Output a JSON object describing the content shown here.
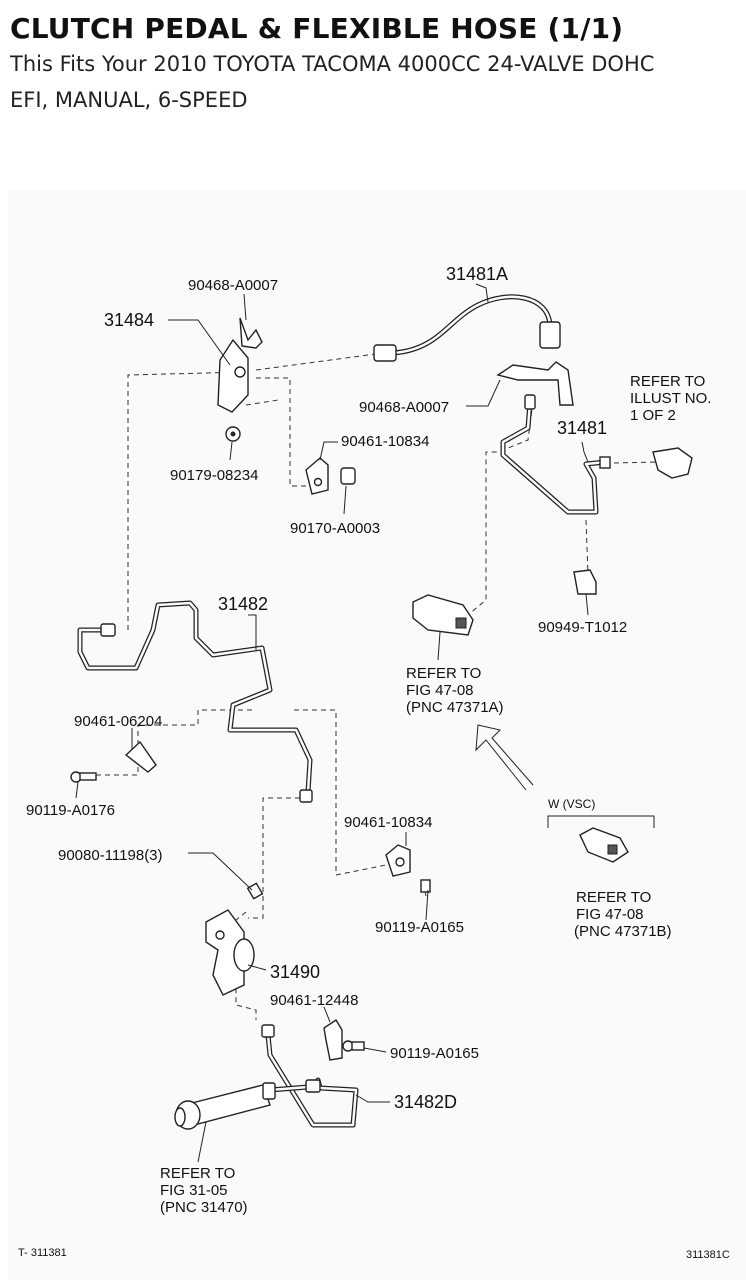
{
  "header": {
    "title": "CLUTCH PEDAL & FLEXIBLE HOSE (1/1)",
    "fit_line1": "This Fits Your 2010 TOYOTA TACOMA 4000CC 24-VALVE DOHC",
    "fit_line2": "EFI, MANUAL, 6-SPEED"
  },
  "labels": {
    "p31481A": "31481A",
    "p90468a": "90468-A0007",
    "p31484": "31484",
    "p90468b": "90468-A0007",
    "refer_illust_1": "REFER TO",
    "refer_illust_2": "ILLUST NO.",
    "refer_illust_3": "1 OF 2",
    "p31481": "31481",
    "p90461_10834a": "90461-10834",
    "p90179": "90179-08234",
    "p90170": "90170-A0003",
    "p31482": "31482",
    "p90949": "90949-T1012",
    "refer_47371a_1": "REFER TO",
    "refer_47371a_2": "FIG 47-08",
    "refer_47371a_3": "(PNC 47371A)",
    "p90461_06204": "90461-06204",
    "p90119_a0176": "90119-A0176",
    "w_vsc": "W (VSC)",
    "p90461_10834b": "90461-10834",
    "p90080": "90080-11198(3)",
    "refer_47371b_1": "REFER TO",
    "refer_47371b_2": "FIG 47-08",
    "refer_47371b_3": "(PNC 47371B)",
    "p90119_a0165a": "90119-A0165",
    "p31490": "31490",
    "p90461_12448": "90461-12448",
    "p90119_a0165b": "90119-A0165",
    "p31482D": "31482D",
    "refer_3105_1": "REFER TO",
    "refer_3105_2": "FIG 31-05",
    "refer_3105_3": "(PNC 31470)",
    "footer_left": "T- 311381",
    "footer_right": "311381C"
  }
}
